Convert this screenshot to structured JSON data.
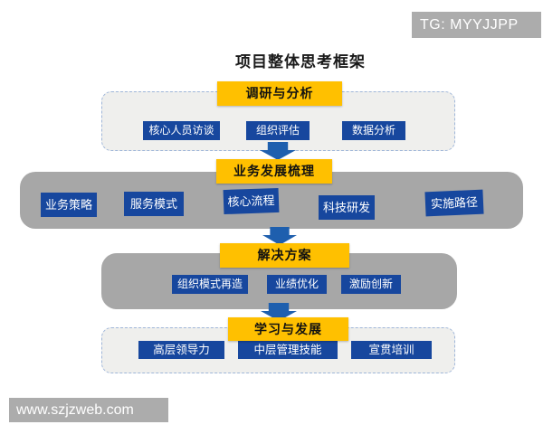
{
  "page": {
    "title": "项目整体思考框架",
    "badge": "TG: MYYJJPP",
    "watermark": "www.szjzweb.com"
  },
  "colors": {
    "header_yellow": "#FFC000",
    "item_blue": "#17479E",
    "arrow_blue": "#1E5FAE",
    "panel_gray": "#A7A7A7",
    "panel_light": "#EFEFED",
    "dashed_border_blue": "#9FB6D9",
    "badge_gray": "#ACACAC"
  },
  "sections": [
    {
      "header": "调研与分析",
      "panel_style": "dashed",
      "items": [
        "核心人员访谈",
        "组织评估",
        "数据分析"
      ]
    },
    {
      "header": "业务发展梳理",
      "panel_style": "solid",
      "items": [
        "业务策略",
        "服务模式",
        "核心流程",
        "科技研发",
        "实施路径"
      ]
    },
    {
      "header": "解决方案",
      "panel_style": "solid",
      "items": [
        "组织模式再造",
        "业绩优化",
        "激励创新"
      ]
    },
    {
      "header": "学习与发展",
      "panel_style": "dashed",
      "items": [
        "高层领导力",
        "中层管理技能",
        "宣贯培训"
      ]
    }
  ]
}
